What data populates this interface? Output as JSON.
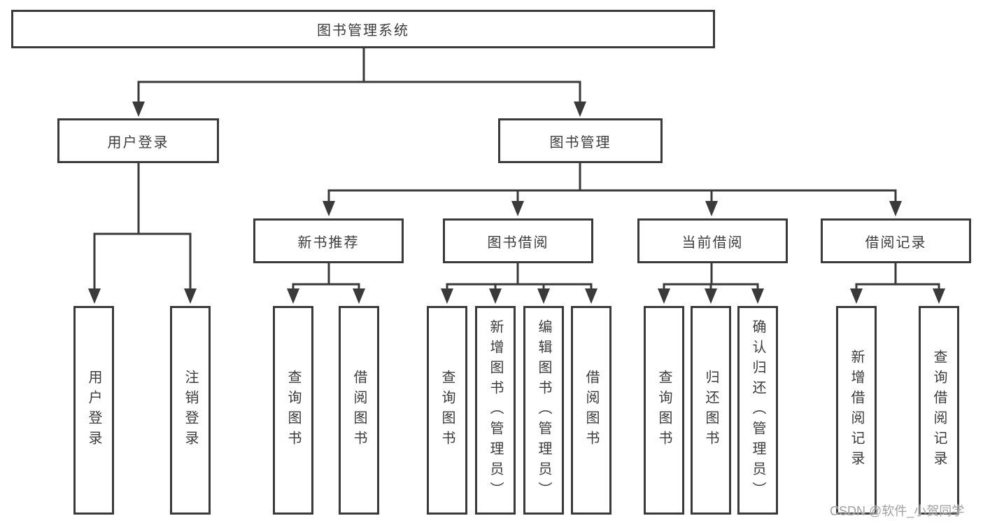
{
  "diagram": {
    "root": {
      "label": "图书管理系统"
    },
    "level2": [
      {
        "label": "用户登录"
      },
      {
        "label": "图书管理"
      }
    ],
    "level3": [
      {
        "label": "新书推荐"
      },
      {
        "label": "图书借阅"
      },
      {
        "label": "当前借阅"
      },
      {
        "label": "借阅记录"
      }
    ],
    "leaves": [
      {
        "label": "用户登录"
      },
      {
        "label": "注销登录"
      },
      {
        "label": "查询图书"
      },
      {
        "label": "借阅图书"
      },
      {
        "label": "查询图书"
      },
      {
        "label": "新增图书（管理员）"
      },
      {
        "label": "编辑图书（管理员）"
      },
      {
        "label": "借阅图书"
      },
      {
        "label": "查询图书"
      },
      {
        "label": "归还图书"
      },
      {
        "label": "确认归还（管理员）"
      },
      {
        "label": "新增借阅记录"
      },
      {
        "label": "查询借阅记录"
      }
    ],
    "watermark": "CSDN @软件_小贺同学",
    "colors": {
      "line": "#3a3a3a",
      "box_border": "#3a3a3a",
      "text": "#3c3c3c",
      "watermark_text": "#a0a0a0",
      "background": "#ffffff"
    }
  }
}
